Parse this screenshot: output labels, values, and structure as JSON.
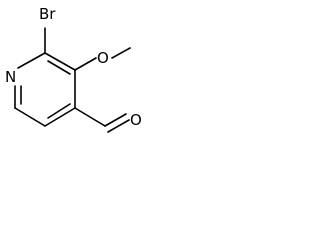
{
  "molecule": {
    "atoms": {
      "bromine": "Br",
      "nitrogen": "N",
      "oxygen_methoxy": "O",
      "oxygen_aldehyde": "O"
    },
    "colors": {
      "bond": "#000000",
      "label": "#000000",
      "background": "#ffffff"
    }
  }
}
